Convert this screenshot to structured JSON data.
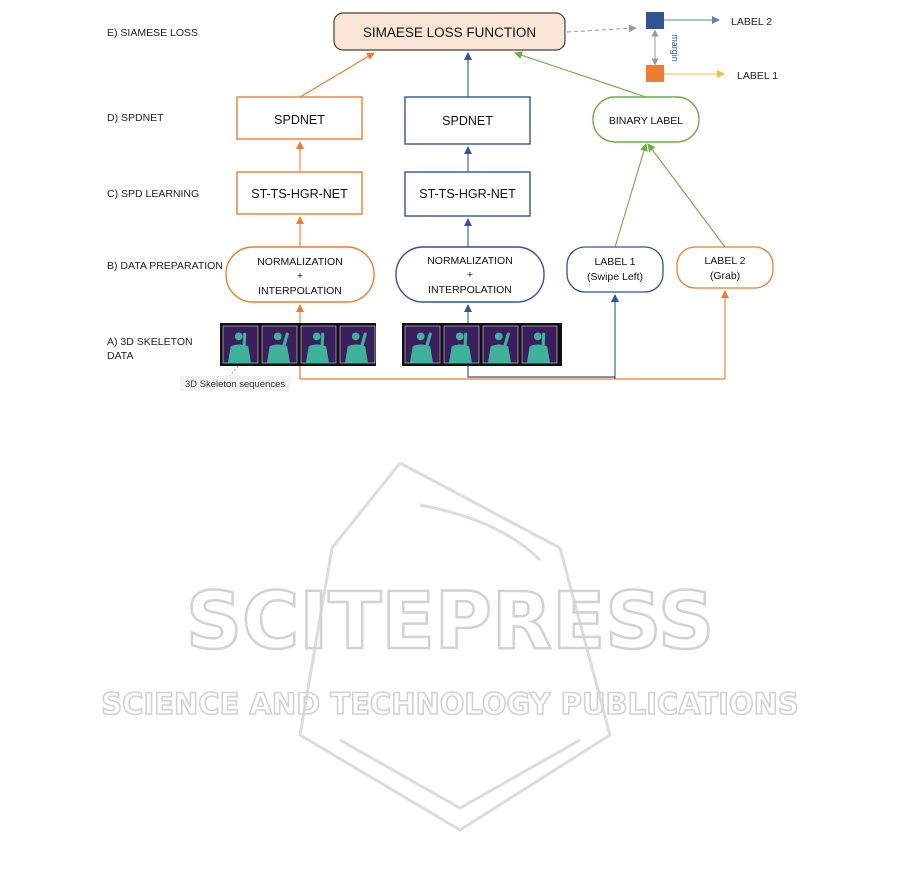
{
  "stages": {
    "e": "E) SIAMESE LOSS",
    "d": "D) SPDNET",
    "c": "C) SPD LEARNING",
    "b": "B) DATA PREPARATION",
    "a_line1": "A) 3D SKELETON",
    "a_line2": "DATA"
  },
  "loss_box": "SIMAESE LOSS FUNCTION",
  "spdnet_label": "SPDNET",
  "st_net_label": "ST-TS-HGR-NET",
  "norm_line1": "NORMALIZATION",
  "norm_plus": "+",
  "norm_line2": "INTERPOLATION",
  "binary_label": "BINARY LABEL",
  "label1_box": {
    "line1": "LABEL 1",
    "line2": "(Swipe Left)"
  },
  "label2_box": {
    "line1": "LABEL 2",
    "line2": "(Grab)"
  },
  "legend": {
    "label2": "LABEL 2",
    "label1": "LABEL 1",
    "margin": "margin"
  },
  "caption": "3D Skeleton sequences",
  "watermark": {
    "title": "SCITEPRESS",
    "subtitle": "SCIENCE AND TECHNOLOGY PUBLICATIONS"
  },
  "colors": {
    "orange": "#ED7D31",
    "blue": "#2F5597",
    "green": "#70AD47",
    "loss_fill": "#FBE5D6",
    "legend_blue": "#2F5597",
    "legend_orange": "#ED7D31",
    "frame_purple": "#3B1E5E",
    "frame_teal": "#3FB39A"
  }
}
